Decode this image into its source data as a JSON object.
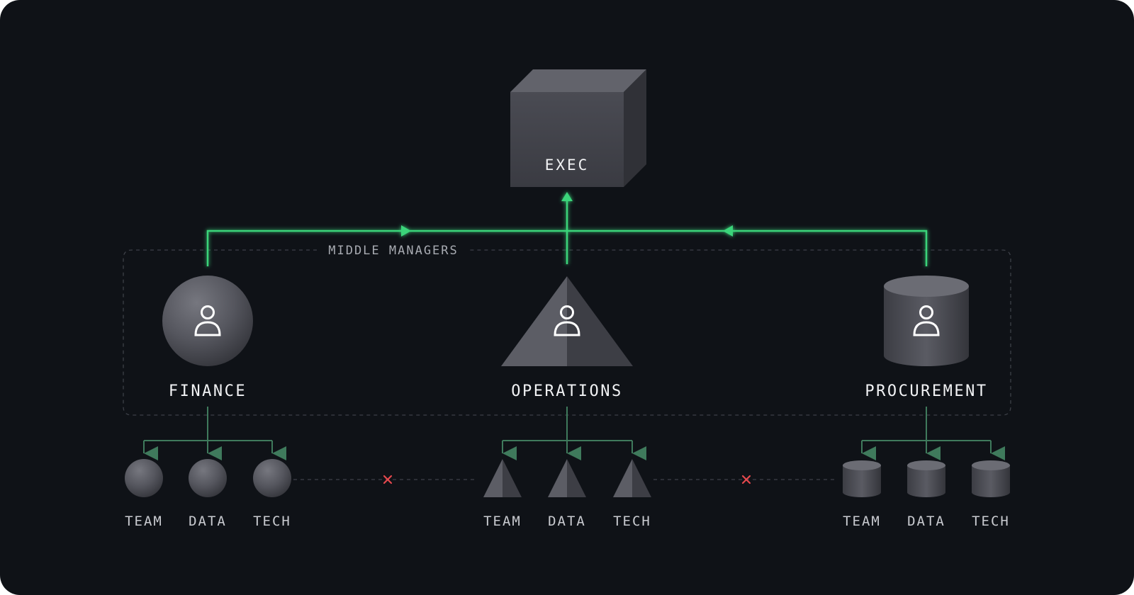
{
  "diagram": {
    "exec": {
      "label": "EXEC"
    },
    "group_label": "MIDDLE MANAGERS",
    "managers": [
      {
        "id": "finance",
        "label": "FINANCE",
        "shape": "sphere"
      },
      {
        "id": "operations",
        "label": "OPERATIONS",
        "shape": "pyramid"
      },
      {
        "id": "procurement",
        "label": "PROCUREMENT",
        "shape": "cylinder"
      }
    ],
    "teams": [
      {
        "manager": "finance",
        "units": [
          "TEAM",
          "DATA",
          "TECH"
        ]
      },
      {
        "manager": "operations",
        "units": [
          "TEAM",
          "DATA",
          "TECH"
        ]
      },
      {
        "manager": "procurement",
        "units": [
          "TEAM",
          "DATA",
          "TECH"
        ]
      }
    ],
    "links": {
      "up": [
        "finance",
        "operations",
        "procurement"
      ],
      "blocked_between_teams": [
        [
          "finance",
          "operations"
        ],
        [
          "operations",
          "procurement"
        ]
      ]
    },
    "icons": {
      "manager": "person-icon",
      "blocked": "cross-icon"
    },
    "colors": {
      "background": "#0f1217",
      "up_link": "#3ad47a",
      "down_link": "#3f7a5c",
      "blocked": "#e5484d",
      "shape": "#55565e"
    }
  }
}
